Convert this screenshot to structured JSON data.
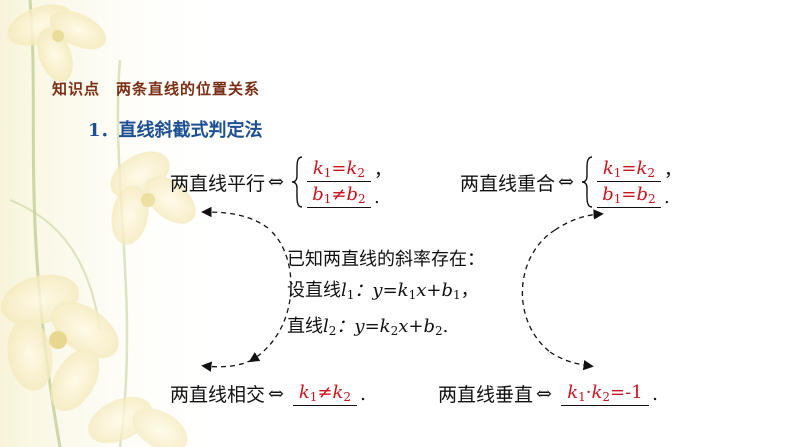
{
  "heading": {
    "prefix": "知识点",
    "title": "两条直线的位置关系"
  },
  "subheading": "1．直线斜截式判定法",
  "parallel": {
    "label": "两直线平行",
    "iff": "⇔",
    "line1": {
      "a": "k",
      "a_sub": "1",
      "op": "=",
      "b": "k",
      "b_sub": "2",
      "punct": "，"
    },
    "line2": {
      "a": "b",
      "a_sub": "1",
      "op": "≠",
      "b": "b",
      "b_sub": "2",
      "punct": "."
    }
  },
  "coincide": {
    "label": "两直线重合",
    "iff": "⇔",
    "line1": {
      "a": "k",
      "a_sub": "1",
      "op": "=",
      "b": "k",
      "b_sub": "2",
      "punct": "，"
    },
    "line2": {
      "a": "b",
      "a_sub": "1",
      "op": "=",
      "b": "b",
      "b_sub": "2",
      "punct": "."
    }
  },
  "center": {
    "line1": "已知两直线的斜率存在：",
    "line2_prefix": "设直线",
    "line2_l": "l",
    "line2_l_sub": "1",
    "line2_eq": "：y=k",
    "line2_k_sub": "1",
    "line2_mid": "x+b",
    "line2_b_sub": "1",
    "line2_end": "，",
    "line3_prefix": "直线",
    "line3_l": "l",
    "line3_l_sub": "2",
    "line3_eq": "：y=k",
    "line3_k_sub": "2",
    "line3_mid": "x+b",
    "line3_b_sub": "2",
    "line3_end": "."
  },
  "intersect": {
    "label": "两直线相交",
    "iff": "⇔",
    "answer": {
      "a": "k",
      "a_sub": "1",
      "op": "≠",
      "b": "k",
      "b_sub": "2"
    },
    "punct": "."
  },
  "perpendicular": {
    "label": "两直线垂直",
    "iff": "⇔",
    "answer": {
      "a": "k",
      "a_sub": "1",
      "op": "·",
      "b": "k",
      "b_sub": "2",
      "rest": "=-1"
    },
    "punct": "."
  },
  "colors": {
    "heading": "#7a2e14",
    "subheading": "#1c4f93",
    "answer": "#c8141e"
  }
}
